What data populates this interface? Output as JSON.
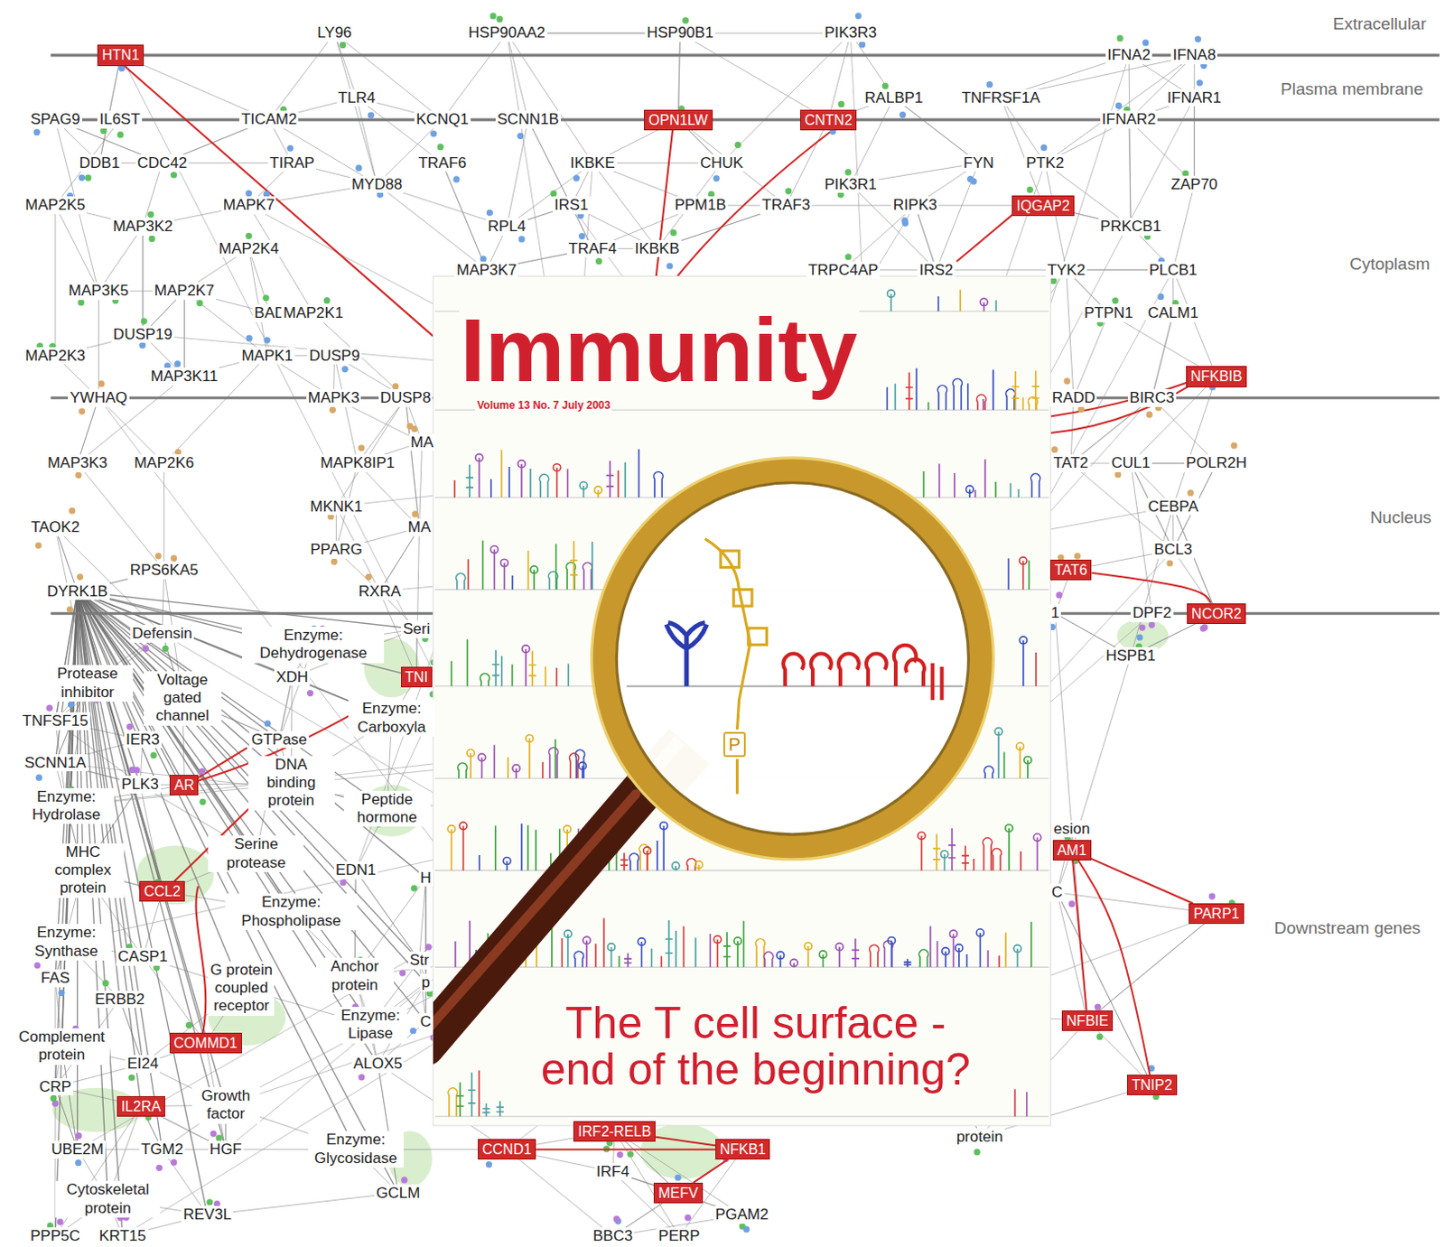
{
  "diagram": {
    "nodes": [
      {
        "text": [
          "HTN1"
        ]
      },
      {
        "text": [
          "OPN1LW"
        ]
      },
      {
        "text": [
          "CNTN2"
        ]
      },
      {
        "text": [
          "IQGAP2"
        ]
      },
      {
        "text": [
          "NFKBIB"
        ]
      },
      {
        "text": [
          "TAT6"
        ]
      },
      {
        "text": [
          "NCOR2"
        ]
      },
      {
        "text": [
          "TNI"
        ]
      },
      {
        "text": [
          "P"
        ]
      },
      {
        "text": [
          "AR"
        ]
      },
      {
        "text": [
          "AM1"
        ]
      },
      {
        "text": [
          "CCL2"
        ]
      },
      {
        "text": [
          "PARP1"
        ]
      },
      {
        "text": [
          "NFBIE"
        ]
      },
      {
        "text": [
          "COMMD1"
        ]
      },
      {
        "text": [
          "TNIP2"
        ]
      },
      {
        "text": [
          "IL2RA"
        ]
      },
      {
        "text": [
          "IRF2-RELB"
        ]
      },
      {
        "text": [
          "CCND1"
        ]
      },
      {
        "text": [
          "NFKB1"
        ]
      },
      {
        "text": [
          "MEFV"
        ]
      }
    ],
    "edges": [
      {
        "from": 5,
        "to": 6,
        "arrow": "none"
      },
      {
        "from": 10,
        "to": 12,
        "arrow": "none"
      },
      {
        "from": 10,
        "to": 13,
        "arrow": "none"
      },
      {
        "from": 10,
        "to": 15,
        "arrow": "none"
      },
      {
        "from": 19,
        "to": 17,
        "arrow": "none"
      },
      {
        "from": 19,
        "to": 18,
        "arrow": "none"
      },
      {
        "from": 19,
        "to": 20,
        "arrow": "none"
      }
    ],
    "labels": [
      "Extracellular",
      "LY96",
      "HSP90AA2",
      "HSP90B1",
      "PIK3R3",
      "IFNA2",
      "IFNA8",
      "Plasma membrane",
      "TLR4",
      "RALBP1",
      "TNFRSF1A",
      "IFNAR1",
      "SPAG9",
      "IL6ST",
      "TICAM2",
      "KCNQ1",
      "SCNN1B",
      "IFNAR2",
      "DDB1",
      "CDC42",
      "TIRAP",
      "TRAF6",
      "IKBKE",
      "CHUK",
      "FYN",
      "PTK2",
      "MYD88",
      "PIK3R1",
      "ZAP70",
      "MAP2K5",
      "MAPK7",
      "IRS1",
      "PPM1B",
      "TRAF3",
      "RIPK3",
      "MAP3K2",
      "RPL4",
      "PRKCB1",
      "MAP2K4",
      "TRAF4",
      "IKBKB",
      "MAP3K7",
      "TRPC4AP",
      "IRS2",
      "TYK2",
      "PLCB1",
      "Cytoplasm",
      "MAP3K5",
      "MAP2K7",
      "BAD",
      "MAP2K1",
      "PTPN1",
      "CALM1",
      "DUSP19",
      "Immunity",
      "MAP2K3",
      "MAPK1",
      "DUSP9",
      "MAP3K11",
      "YWHAQ",
      "MAPK3",
      "DUSP8",
      "RADD",
      "BIRC3",
      "Volume 13 No. 7 July 2003",
      "MA",
      "MAP3K3",
      "MAP2K6",
      "MAPK8IP1",
      "TAT2",
      "CUL1",
      "POLR2H",
      "MKNK1",
      "CEBPA",
      "Nucleus",
      "MA",
      "TAOK2",
      "PPARG",
      "BCL3",
      "RPS6KA5",
      "DYRK1B",
      "RXRA",
      "1",
      "DPF2",
      "Defensin",
      "Seri",
      "Enzyme: Dehydrogenase",
      "HSPB1",
      "XDH",
      "Protease inhibitor",
      "Voltage gated channel",
      "TNFSF15",
      "Enzyme: Carboxyla",
      "IER3",
      "GTPase",
      "SCNN1A",
      "PLK3",
      "DNA binding protein",
      "Enzyme: Hydrolase",
      "Peptide hormone",
      "esion",
      "Serine protease",
      "MHC complex protein",
      "EDN1",
      "H",
      "C",
      "Enzyme: Phospholipase",
      "Downstream genes",
      "Enzyme: Synthase",
      "CASP1",
      "Str",
      "Anchor protein",
      "FAS",
      "p",
      "G protein coupled receptor",
      "ERBB2",
      "The T cell surface - end of the beginning?",
      "Enzyme: Lipase",
      "C",
      "Complement protein",
      "EI24",
      "ALOX5",
      "CRP",
      "Growth factor",
      "protein",
      "UBE2M",
      "TGM2",
      "HGF",
      "Enzyme: Glycosidase",
      "IRF4",
      "GCLM",
      "Cytoskeletal protein",
      "REV3L",
      "PGAM2",
      "PPP5C",
      "KRT15",
      "BBC3",
      "PERP"
    ]
  }
}
